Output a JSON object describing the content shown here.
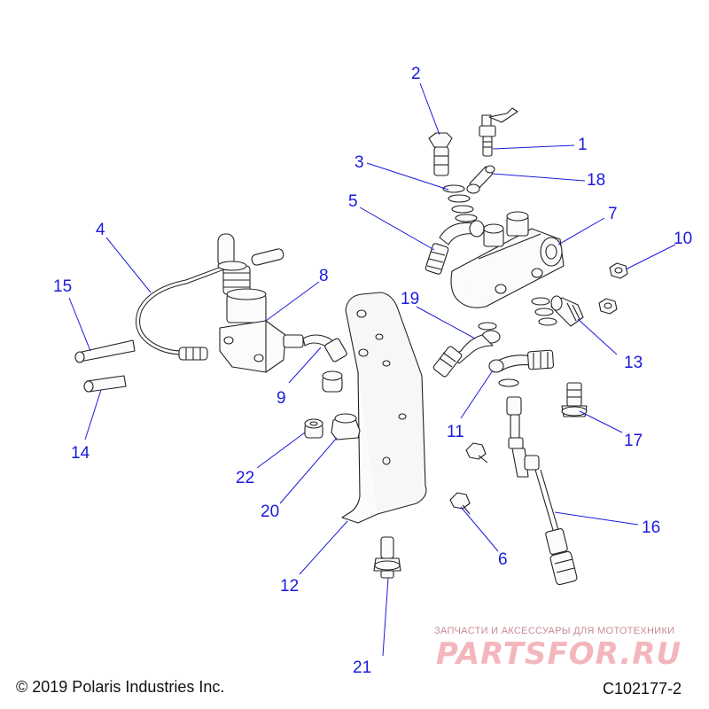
{
  "callouts": [
    "1",
    "2",
    "3",
    "4",
    "5",
    "6",
    "7",
    "8",
    "9",
    "10",
    "11",
    "12",
    "13",
    "14",
    "15",
    "16",
    "17",
    "18",
    "19",
    "20",
    "21",
    "22"
  ],
  "footer": {
    "copyright": "© 2019 Polaris Industries Inc.",
    "drawing_id": "C102177-2"
  },
  "watermark": {
    "tagline": "ЗАПЧАСТИ И АКСЕССУАРЫ ДЛЯ МОТОТЕХНИКИ",
    "brand": "PARTSFOR.RU"
  },
  "colors": {
    "callout": "#1a1adb",
    "leader": "#1a1adb",
    "line": "#222222",
    "watermark": "#f3b6bd"
  }
}
